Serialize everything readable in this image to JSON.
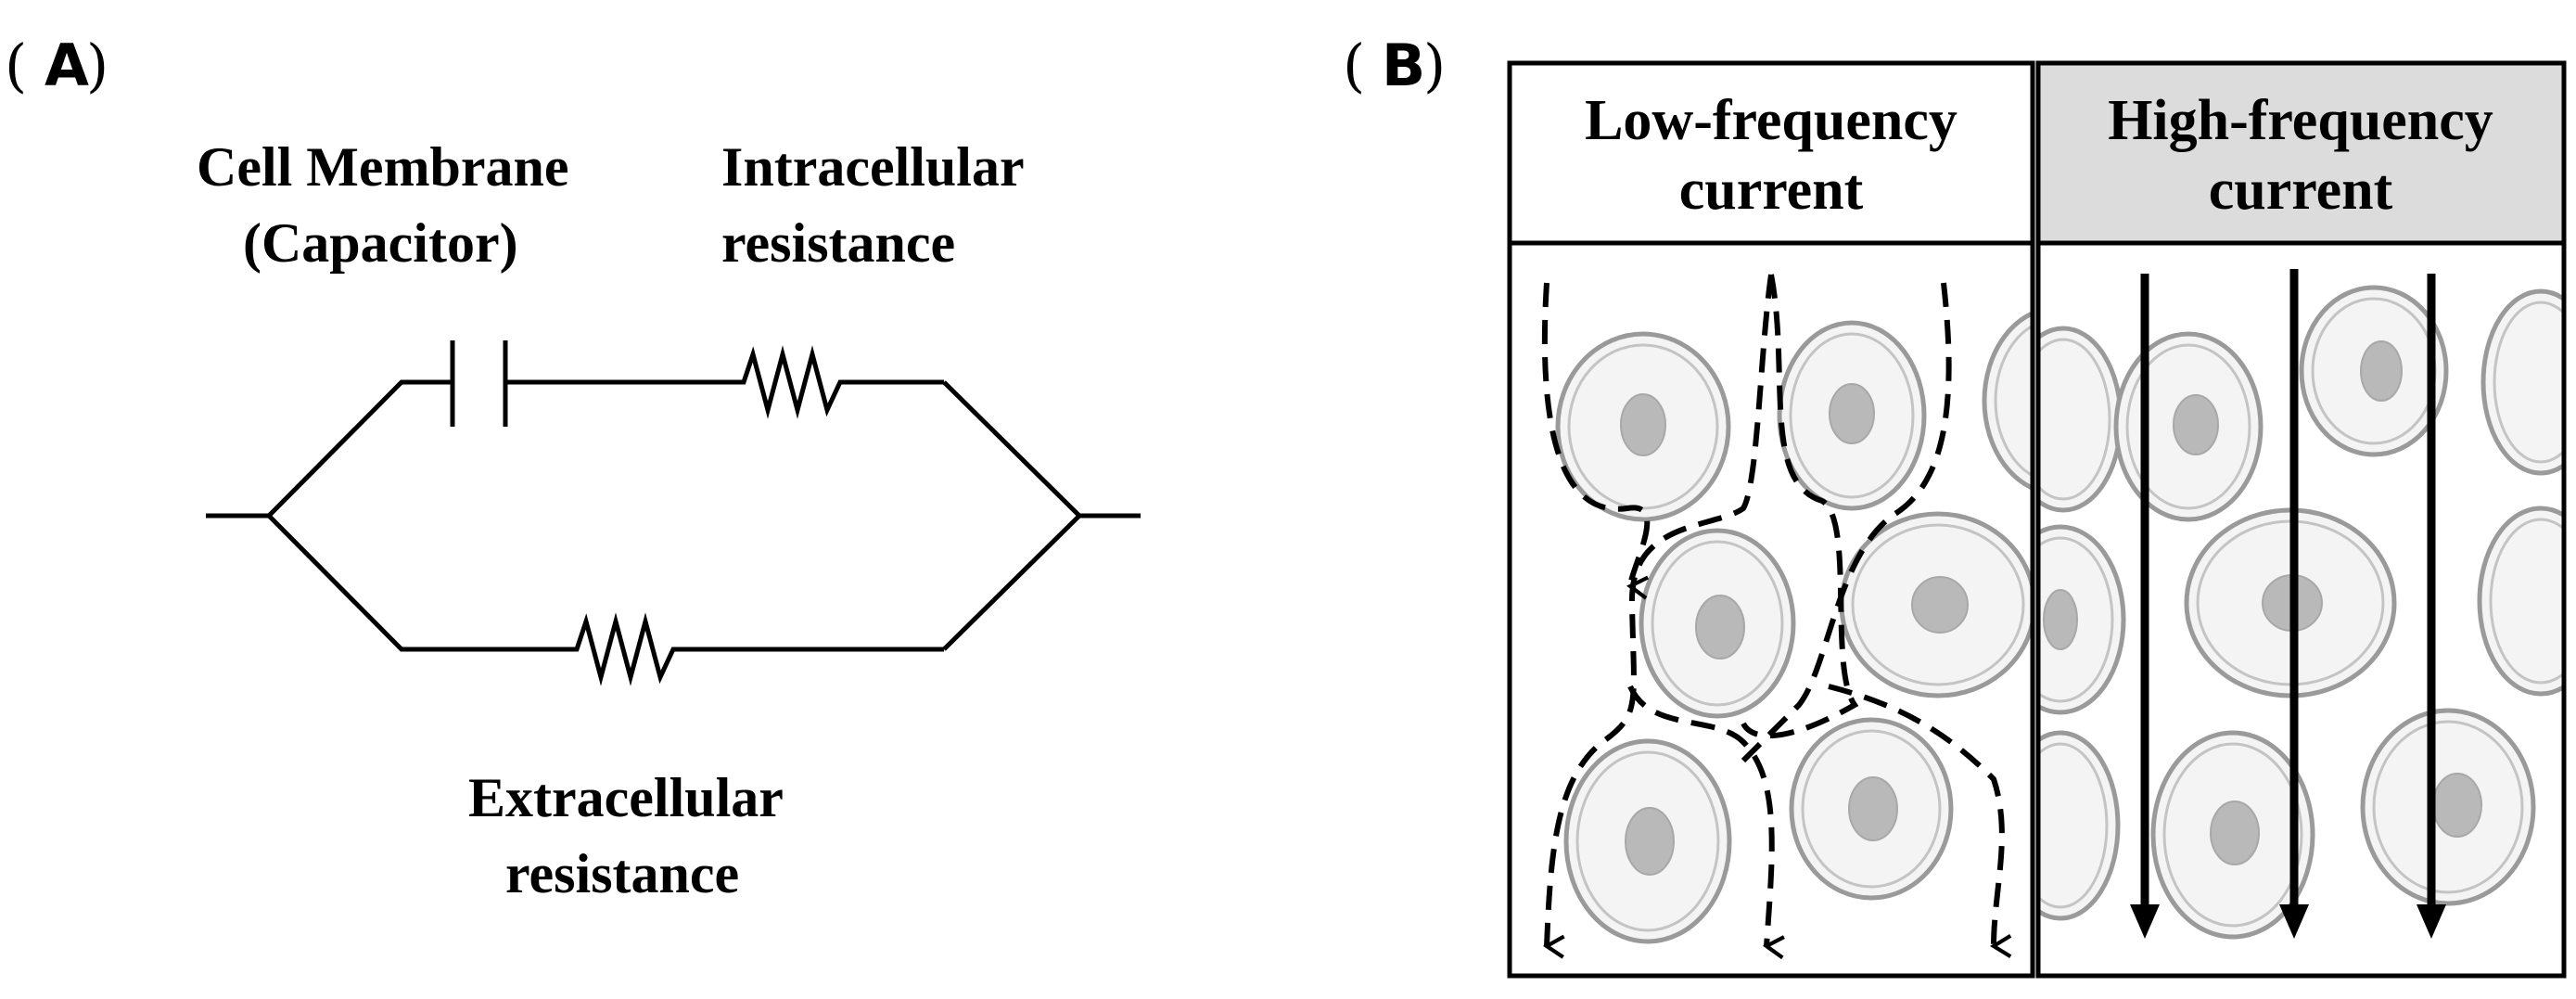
{
  "panel_a": {
    "label_paren_open": "(",
    "label_letter": "A",
    "label_paren_close": ")",
    "membrane_label_line1": "Cell Membrane",
    "membrane_label_line2": "(Capacitor)",
    "intracellular_line1": "Intracellular",
    "intracellular_line2": "resistance",
    "extracellular_line1": "Extracellular",
    "extracellular_line2": "resistance"
  },
  "panel_b": {
    "label_paren_open": "(",
    "label_letter": "B",
    "label_paren_close": ")",
    "low_header_line1": "Low-frequency",
    "low_header_line2": "current",
    "high_header_line1": "High-frequency",
    "high_header_line2": "current",
    "low_header_bg": "#ffffff",
    "high_header_bg": "#dcdcdc",
    "low_current_style": "dashed",
    "high_current_style": "solid"
  }
}
